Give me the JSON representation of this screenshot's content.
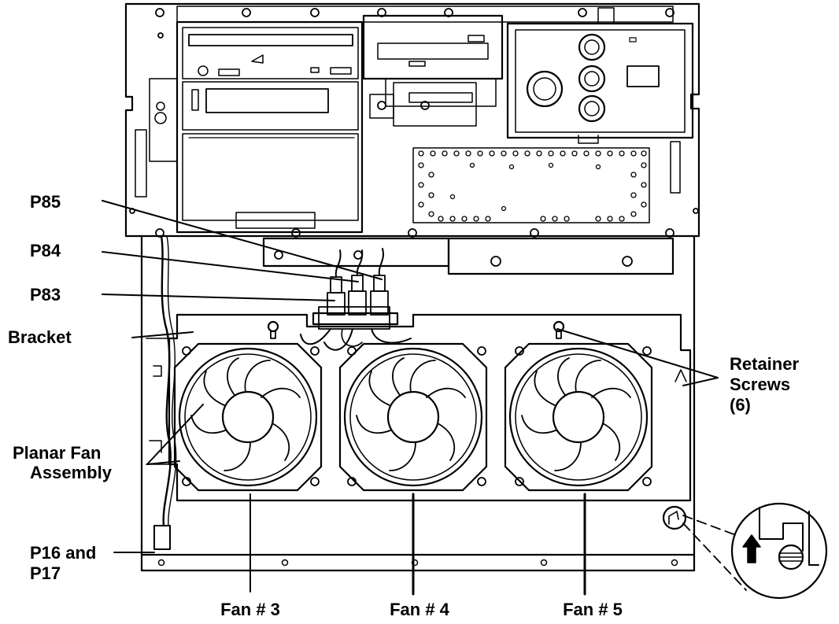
{
  "labels": {
    "p85": "P85",
    "p84": "P84",
    "p83": "P83",
    "bracket": "Bracket",
    "retainer_screws_line1": "Retainer",
    "retainer_screws_line2": "Screws",
    "retainer_screws_line3": "(6)",
    "planar_fan_line1": "Planar Fan",
    "planar_fan_line2": "Assembly",
    "p16_line1": "P16 and",
    "p16_line2": "P17",
    "fan3": "Fan # 3",
    "fan4": "Fan # 4",
    "fan5": "Fan # 5"
  },
  "colors": {
    "ink": "#000000",
    "paper": "#ffffff"
  }
}
